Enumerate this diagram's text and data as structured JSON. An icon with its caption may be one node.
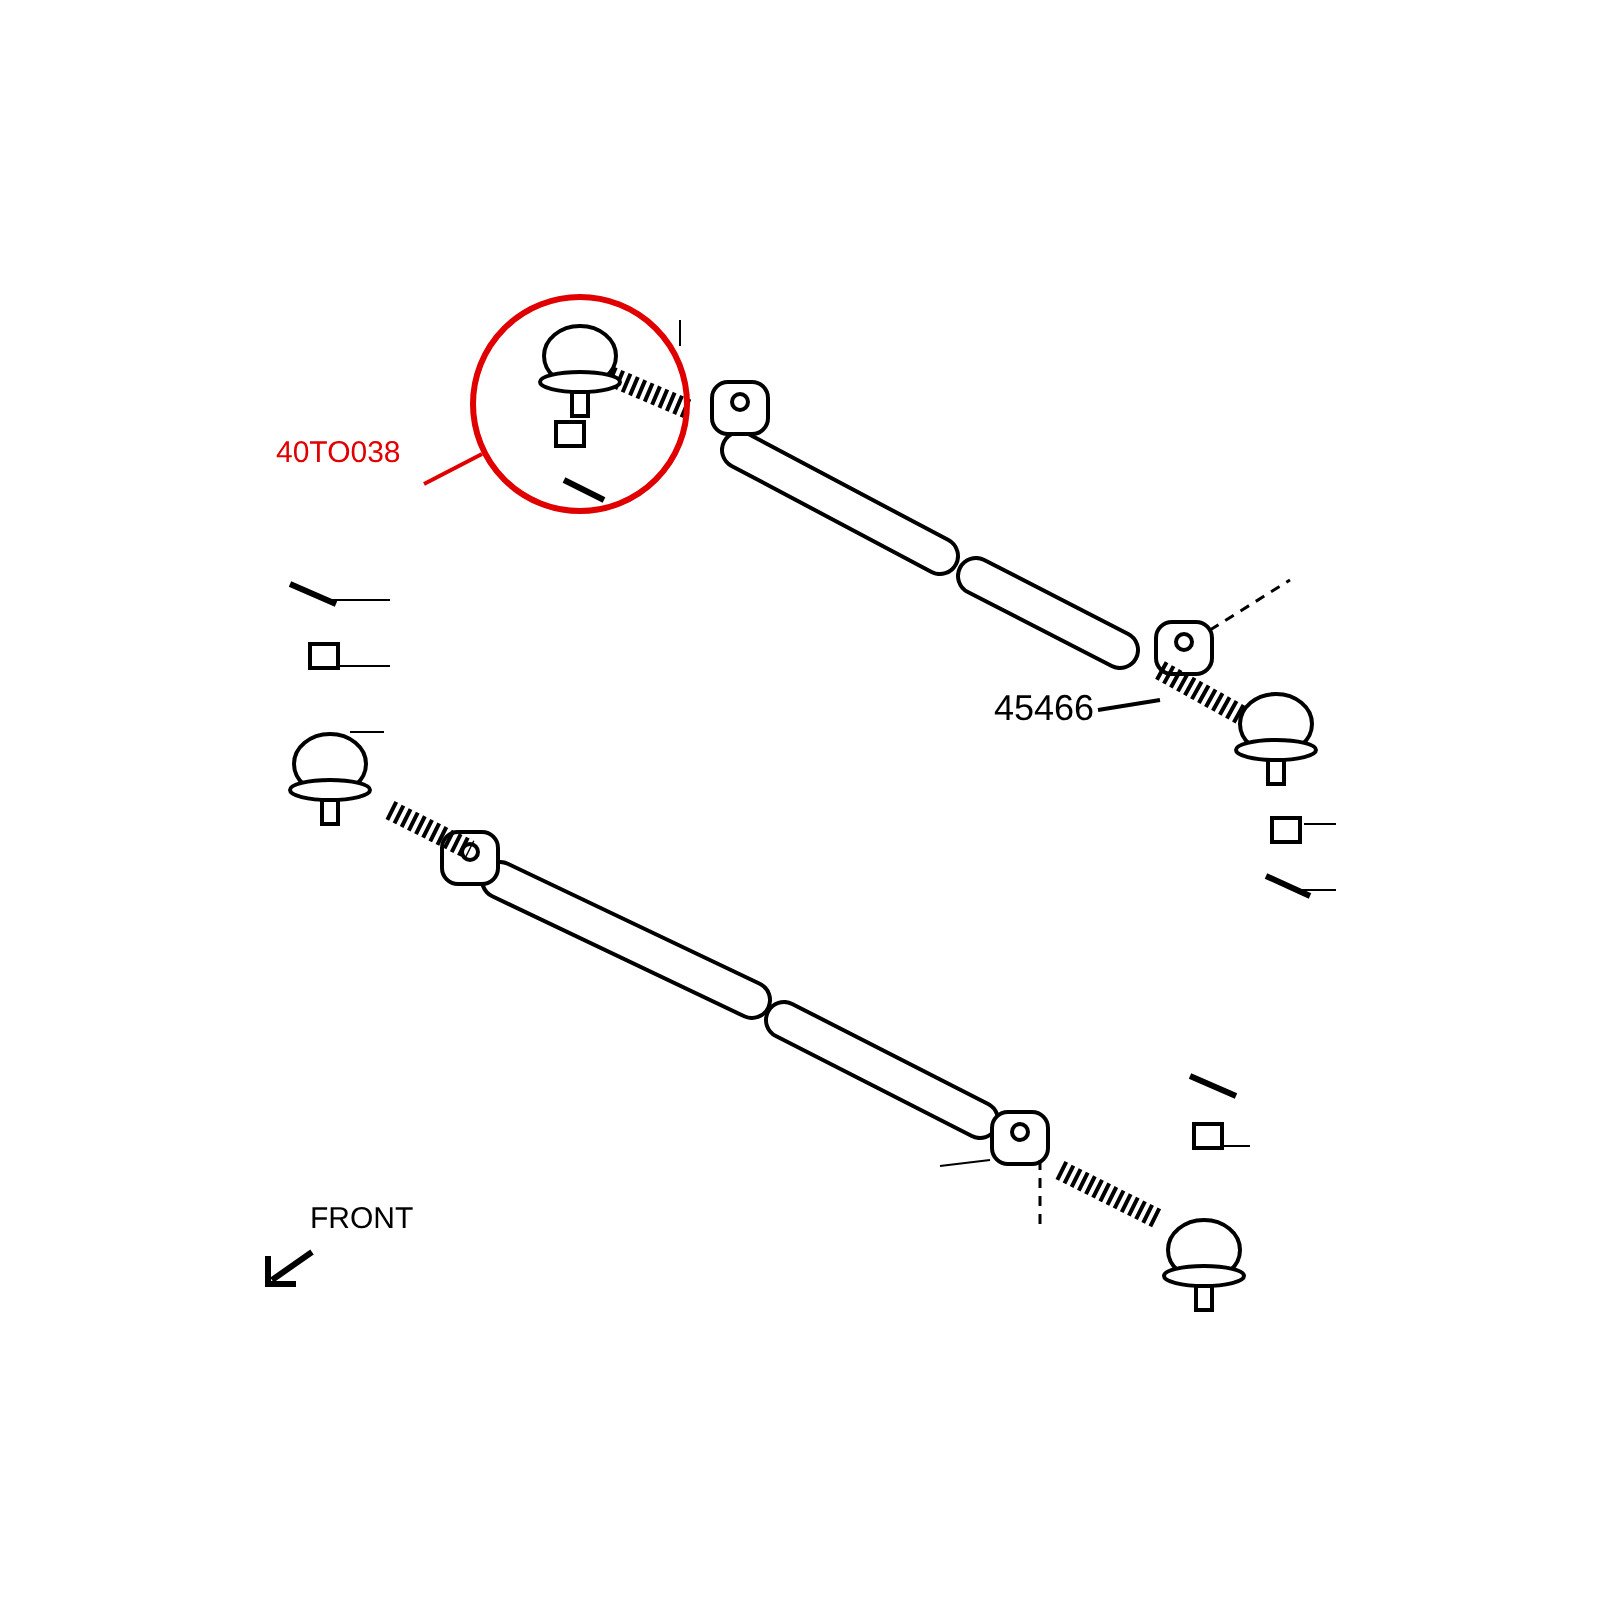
{
  "diagram": {
    "nodes": [
      {
        "text": [
          "40TO038"
        ]
      },
      {
        "text": [],
        "shape": "circle"
      },
      {
        "text": [
          "45466"
        ]
      }
    ],
    "edges": [
      {
        "from": 0,
        "to": 1,
        "arrow": "none",
        "color": "#e00000"
      },
      {
        "from": 2,
        "to": null,
        "arrow": "none",
        "color": "#000000"
      }
    ],
    "labels": [
      "FRONT"
    ]
  }
}
